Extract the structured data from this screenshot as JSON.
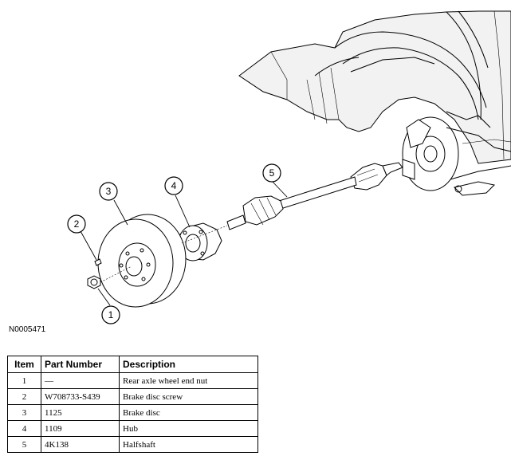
{
  "figure": {
    "id_label": "N0005471",
    "callouts": [
      "1",
      "2",
      "3",
      "4",
      "5"
    ]
  },
  "table": {
    "headers": [
      "Item",
      "Part Number",
      "Description"
    ],
    "rows": [
      {
        "item": "1",
        "part": "—",
        "desc": "Rear axle wheel end nut"
      },
      {
        "item": "2",
        "part": "W708733-S439",
        "desc": "Brake disc screw"
      },
      {
        "item": "3",
        "part": "1125",
        "desc": "Brake disc"
      },
      {
        "item": "4",
        "part": "1109",
        "desc": "Hub"
      },
      {
        "item": "5",
        "part": "4K138",
        "desc": "Halfshaft"
      }
    ]
  }
}
